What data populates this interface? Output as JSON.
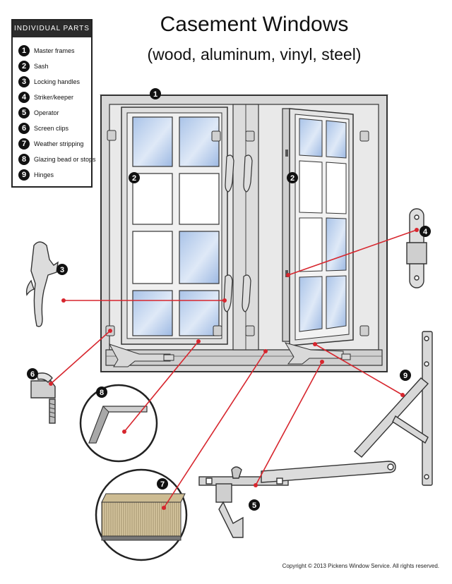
{
  "title": "Casement Windows",
  "subtitle": "(wood, aluminum, vinyl, steel)",
  "legend": {
    "heading": "INDIVIDUAL PARTS",
    "items": [
      {
        "num": "1",
        "label": "Master frames"
      },
      {
        "num": "2",
        "label": "Sash"
      },
      {
        "num": "3",
        "label": "Locking handles"
      },
      {
        "num": "4",
        "label": "Striker/keeper"
      },
      {
        "num": "5",
        "label": "Operator"
      },
      {
        "num": "6",
        "label": "Screen clips"
      },
      {
        "num": "7",
        "label": "Weather stripping"
      },
      {
        "num": "8",
        "label": "Glazing bead or stops"
      },
      {
        "num": "9",
        "label": "Hinges"
      }
    ]
  },
  "callouts": {
    "frame": "1",
    "sash_left": "2",
    "sash_right": "2",
    "handle": "3",
    "striker": "4",
    "operator": "5",
    "screen_clip": "6",
    "weather_strip": "7",
    "glazing_bead": "8",
    "hinge": "9"
  },
  "colors": {
    "leader": "#d7262e",
    "glass": "#b8cdea",
    "frame": "#d9d9d9",
    "outline": "#333333",
    "badge": "#111111"
  },
  "copyright": "Copyright © 2013 Pickens Window Service. All rights reserved."
}
